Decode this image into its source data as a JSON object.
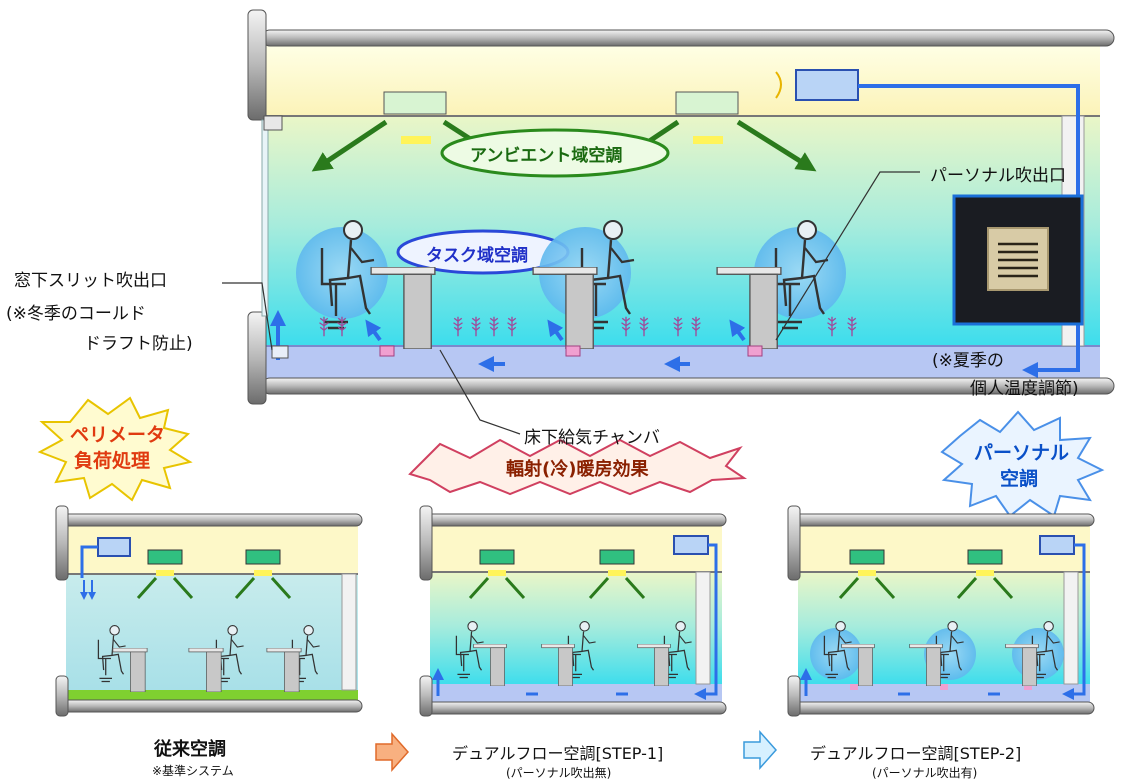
{
  "main_diagram": {
    "ambient_zone": "アンビエント域空調",
    "task_zone": "タスク域空調",
    "window_slit_outlet": "窓下スリット吹出口",
    "window_slit_note_1": "(※冬季のコールド",
    "window_slit_note_2": "ドラフト防止)",
    "personal_outlet": "パーソナル吹出口",
    "personal_note_1": "(※夏季の",
    "personal_note_2": "個人温度調節)",
    "underfloor_chamber": "床下給気チャンバ"
  },
  "badges": {
    "perimeter_line1": "ペリメータ",
    "perimeter_line2": "負荷処理",
    "radiant": "輻射(冷)暖房効果",
    "personal_line1": "パーソナル",
    "personal_line2": "空調"
  },
  "captions": {
    "conventional_title": "従来空調",
    "conventional_sub": "※基準システム",
    "step1_title": "デュアルフロー空調[STEP-1]",
    "step1_sub": "(パーソナル吹出無)",
    "step2_title": "デュアルフロー空調[STEP-2]",
    "step2_sub": "(パーソナル吹出有)"
  },
  "colors": {
    "ceiling_plenum": "#fdf8c8",
    "room_top": "#e9f5c8",
    "room_bottom": "#38e0ee",
    "floor_chamber": "#b7c7f3",
    "duct_blue": "#2d6fe8",
    "ambient_ellipse": "#3a8a2a",
    "task_ellipse": "#2a48d8",
    "perimeter_badge_text": "#e03a10",
    "radiant_badge_text": "#8a2000",
    "personal_badge_text": "#0a50c8"
  }
}
